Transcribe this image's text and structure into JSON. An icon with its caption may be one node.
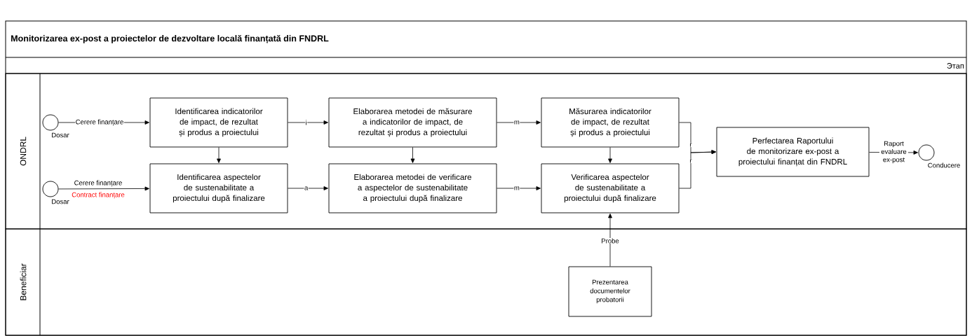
{
  "diagram": {
    "title": "Monitorizarea ex-post a proiectelor de dezvoltare locală finanțată din FNDRL",
    "nodes": [
      {
        "text": [
          "ONDRL"
        ]
      },
      {
        "text": [],
        "shape": "circle",
        "beside": [
          "Dosar"
        ],
        "in": 0
      },
      {
        "text": [
          "Identificarea indicatorilor de impact, de rezultat și produs a proiectului"
        ],
        "in": 0
      },
      {
        "text": [
          "Elaborarea metodei de măsurare a indicatorilor de impact, de rezultat și produs a proiectului"
        ],
        "in": 0
      },
      {
        "text": [
          "Măsurarea indicatorilor de impact, de rezultat și produs a proiectului"
        ],
        "in": 0
      },
      {
        "text": [],
        "shape": "circle",
        "beside": [
          "Dosar"
        ],
        "in": 0
      },
      {
        "text": [
          "Identificarea aspectelor de sustenabilitate a proiectului după finalizare"
        ],
        "in": 0
      },
      {
        "text": [
          "Elaborarea metodei de verificare a aspectelor de sustenabilitate a proiectului după finalizare"
        ],
        "in": 0
      },
      {
        "text": [
          "Verificarea aspectelor de sustenabilitate a proiectului după finalizare"
        ],
        "in": 0
      },
      {
        "text": [
          "Perfectarea Raportului de monitorizare ex-post a proiectului finanțat din FNDRL"
        ],
        "in": 0
      },
      {
        "text": [],
        "shape": "circle",
        "beside": [
          "Conducere"
        ],
        "in": 0
      },
      {
        "text": [
          "Beneficiar"
        ]
      },
      {
        "text": [
          "Prezentarea documentelor probatorii"
        ],
        "in": 11
      }
    ],
    "edges": [
      {
        "from": 1,
        "to": 2,
        "arrow": "to",
        "label": "Cerere finanțare"
      },
      {
        "from": 2,
        "to": 3,
        "arrow": "to",
        "label": "i"
      },
      {
        "from": 3,
        "to": 4,
        "arrow": "to",
        "label": "m"
      },
      {
        "from": 2,
        "to": 6,
        "arrow": "to"
      },
      {
        "from": 3,
        "to": 7,
        "arrow": "to"
      },
      {
        "from": 4,
        "to": 8,
        "arrow": "to"
      },
      {
        "from": 5,
        "to": 6,
        "arrow": "to",
        "label": "Cerere finanțare"
      },
      {
        "from": 6,
        "to": 7,
        "arrow": "to",
        "label": "a"
      },
      {
        "from": 7,
        "to": 8,
        "arrow": "to",
        "label": "m"
      },
      {
        "from": 4,
        "to": 9,
        "arrow": "to",
        "label": "r"
      },
      {
        "from": 8,
        "to": 9,
        "arrow": "to",
        "label": "r"
      },
      {
        "from": 9,
        "to": 10,
        "arrow": "to",
        "label": "Raport evaluare ex-post"
      },
      {
        "from": 12,
        "to": 8,
        "arrow": "to",
        "label": "Probe"
      }
    ],
    "labels": [
      "Этап",
      "Contract finanțare"
    ]
  }
}
